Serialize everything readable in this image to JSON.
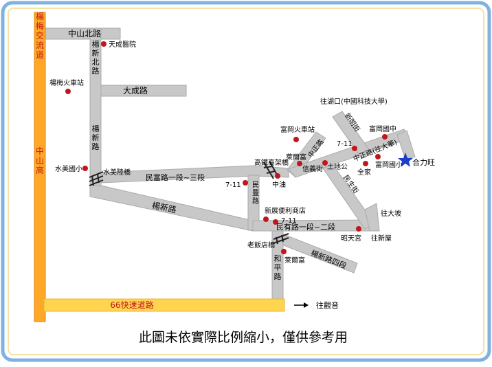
{
  "highways": {
    "yangmei_expressway": "楊梅交流道",
    "zhongshan_expressway": "中山高",
    "route66": "66快速道路"
  },
  "roads": {
    "zhongshan_north": "中山北路",
    "yangxin_north": "楊新北路",
    "dacheng": "大成路",
    "yangxin_vertical": "楊新路",
    "minfu": "民富路一段~三段",
    "yangxin_diag": "楊新路",
    "minfeng": "民豐路",
    "minyou": "民有路一段~二段",
    "yangxin_4": "楊新路四段",
    "heping": "和平路",
    "zhongzheng": "中正路",
    "minsheng": "民生街",
    "xinming": "新明街",
    "zhongzheng_dahua": "中正路(往大華)"
  },
  "places": {
    "tiancheng_hospital": "天成醫院",
    "yangmei_station": "楊梅火車站",
    "shuimei_school": "水美國小",
    "shuimei_bridge": "水美陸橋",
    "seven_eleven_1": "7-11",
    "cpc": "中油",
    "hsr_bridge": "高鐵高架橋",
    "fugang_station": "富岡火車站",
    "laiyi_temple": "萊爾富",
    "xinyi_street": "信義街",
    "tudigong": "土地公",
    "seven_eleven_2": "7-11",
    "fugang_junior": "富岡國中",
    "fugang_primary": "富岡國小",
    "family_mart": "全家",
    "helihwang": "合力旺",
    "xinzhan_store": "新展便利商店",
    "seven_eleven_3": "7-11",
    "old_shop_bridge": "老飯店橋",
    "laiyi_2": "萊爾富",
    "zhaotian_temple": "昭天宮",
    "to_hukou": "往湖口(中國科技大學)",
    "to_dapo": "往大坡",
    "to_xinwu": "往新屋",
    "to_guanyin": "往觀音"
  },
  "footer_note": "此圖未依實際比例縮小，僅供參考用",
  "colors": {
    "frame_border": "#7FB2E0",
    "road_gray": "#C8C8C8",
    "highway_orange": "#FFA726",
    "highway_yellow": "#FFD54F",
    "marker_red": "#C0171C",
    "star_blue": "#1E3FC8"
  }
}
